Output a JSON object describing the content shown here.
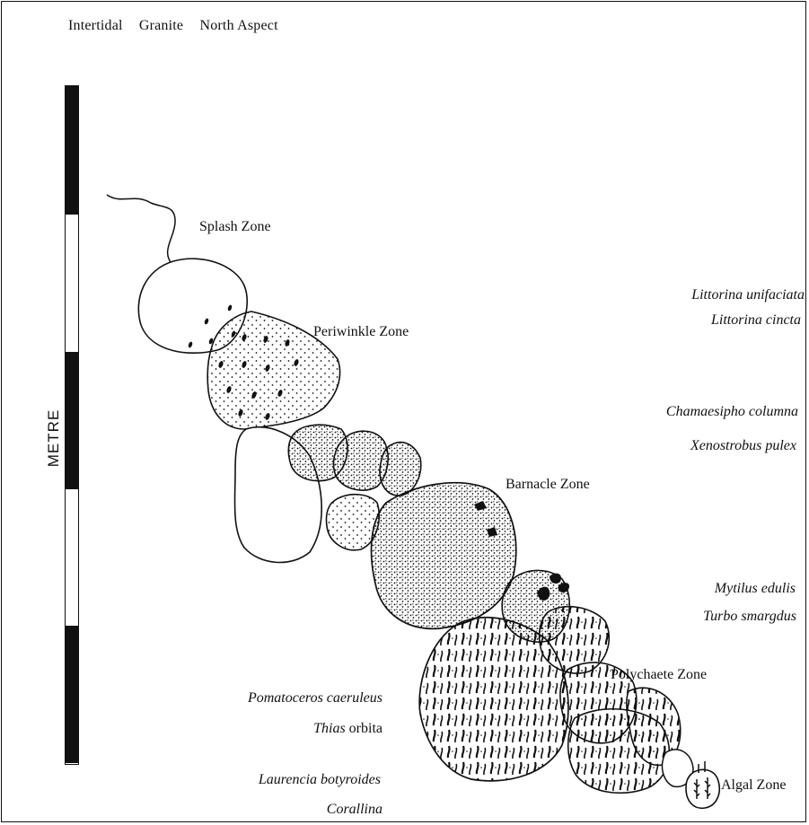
{
  "header": {
    "habitat": "Intertidal",
    "substrate": "Granite",
    "aspect": "North Aspect"
  },
  "scale": {
    "label": "METRE",
    "segments": [
      "black",
      "white",
      "black",
      "white",
      "black"
    ]
  },
  "zones": [
    {
      "label": "Splash Zone"
    },
    {
      "label": "Periwinkle Zone"
    },
    {
      "label": "Barnacle Zone"
    },
    {
      "label": "Polychaete Zone"
    },
    {
      "label": "Algal Zone"
    }
  ],
  "species": {
    "periwinkle": [
      "Littorina unifaciata",
      "Littorina cincta"
    ],
    "barnacle": [
      "Chamaesipho columna",
      "Xenostrobus pulex"
    ],
    "mussel": [
      "Mytilus edulis",
      "Turbo smargdus"
    ],
    "polychaete": [
      "Pomatoceros caeruleus",
      "Thias",
      "orbita"
    ],
    "algal": [
      "Laurencia botyroides",
      "Corallina"
    ]
  },
  "colors": {
    "ink": "#111111",
    "background": "#ffffff"
  }
}
